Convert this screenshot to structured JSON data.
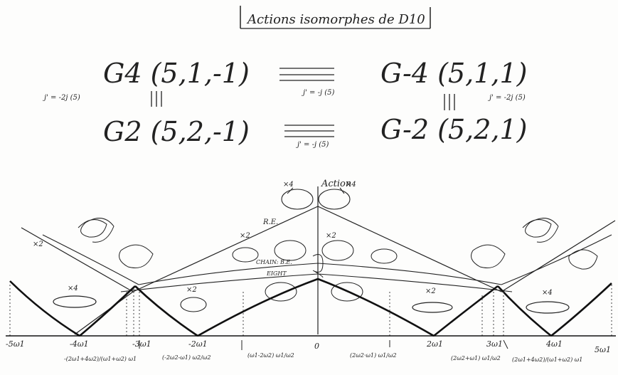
{
  "title": "Actions isomorphes de D10",
  "equivalences": {
    "row1_left": "G4 (5,1,-1)",
    "row1_right": "G-4 (5,1,1)",
    "row2_left": "G2 (5,2,-1)",
    "row2_right": "G-2 (5,2,1)",
    "row1_mid": "j' = -j (5)",
    "row2_mid": "j' = -j (5)",
    "left_note": "j' = -2j (5)",
    "right_note": "j' = -2j (5)"
  },
  "labels": {
    "action": "Action",
    "x4_left": "×4",
    "x4_right": "×4",
    "re": "R.E.",
    "chain": "CHAIN: B.E.",
    "eight": "EIGHT",
    "x2_upper_left": "×2",
    "x4_left_panel": "×4",
    "x2_lower_left": "×2",
    "x2_center_left": "×2",
    "x2_center_right": "×2",
    "x2_right": "×2",
    "x4_right_panel": "×4"
  },
  "axis": {
    "ticks": [
      "-5ω1",
      "-4ω1",
      "-3ω1",
      "-2ω1",
      "0",
      "2ω1",
      "3ω1",
      "4ω1",
      "5ω1"
    ],
    "bottom_labels": [
      "-(2ω1+4ω2)/(ω1+ω2) ω1",
      "(-2ω2-ω1) ω2/ω2",
      "(ω1-2ω2) ω1/ω2",
      "(2ω2·ω1) ω1/ω2",
      "(2ω2+ω1) ω1/ω2",
      "(2ω1+4ω2)/(ω1+ω2) ω1"
    ]
  }
}
